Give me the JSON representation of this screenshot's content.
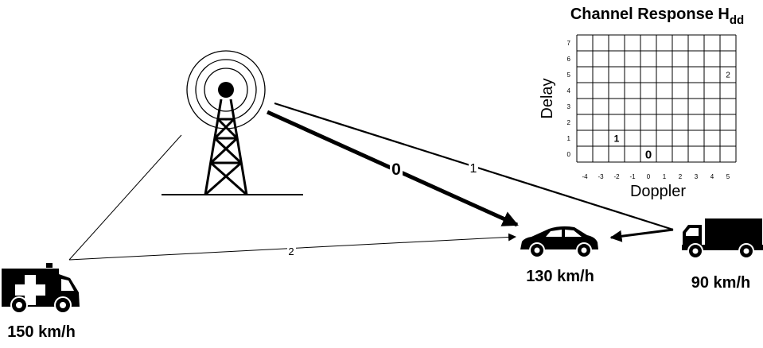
{
  "title": {
    "main": "Channel Response H",
    "subscript": "dd"
  },
  "grid": {
    "x_label": "Doppler",
    "y_label": "Delay",
    "x_ticks": [
      "-4",
      "-3",
      "-2",
      "-1",
      "0",
      "1",
      "2",
      "3",
      "4",
      "5"
    ],
    "y_ticks": [
      "0",
      "1",
      "2",
      "3",
      "4",
      "5",
      "6",
      "7"
    ],
    "taps": [
      {
        "label": "0",
        "doppler": 0,
        "delay": 0
      },
      {
        "label": "1",
        "doppler": -2,
        "delay": 1
      },
      {
        "label": "2",
        "doppler": 5,
        "delay": 5
      }
    ]
  },
  "paths": {
    "p0": "0",
    "p1": "1",
    "p2": "2"
  },
  "vehicles": {
    "car_speed": "130 km/h",
    "truck_speed": "90 km/h",
    "ambulance_speed": "150 km/h"
  },
  "colors": {
    "stroke": "#000000",
    "background": "#ffffff"
  }
}
